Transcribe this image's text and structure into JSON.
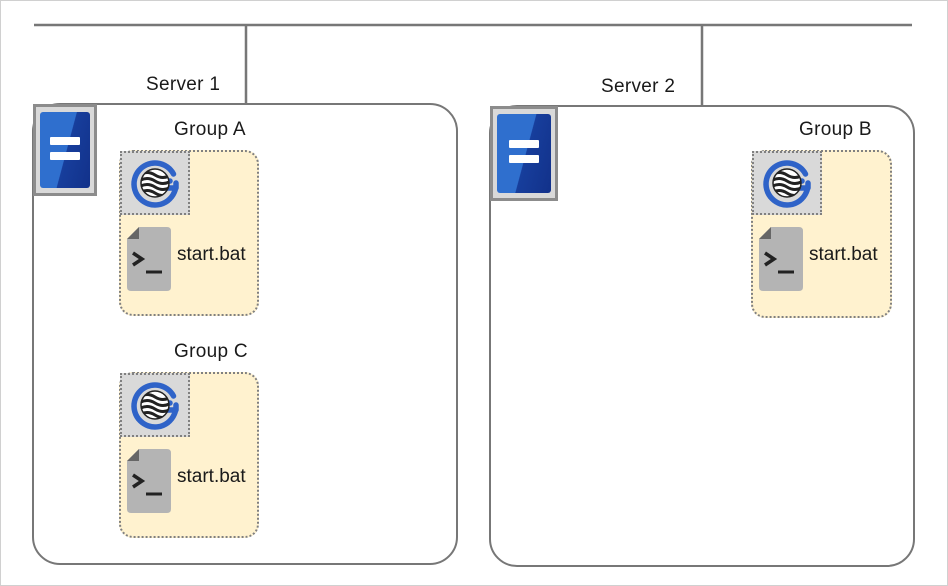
{
  "servers": [
    {
      "label": "Server 1",
      "groups": [
        {
          "label": "Group A",
          "resource": {
            "icon": "globe-g-icon",
            "script": "start.bat"
          }
        },
        {
          "label": "Group C",
          "resource": {
            "icon": "globe-g-icon",
            "script": "start.bat"
          }
        }
      ]
    },
    {
      "label": "Server 2",
      "groups": [
        {
          "label": "Group B",
          "resource": {
            "icon": "globe-g-icon",
            "script": "start.bat"
          }
        }
      ]
    }
  ],
  "colors": {
    "server_icon_blue": "#2f6fce",
    "server_icon_dark": "#12318a",
    "group_fill": "#fff2cf",
    "border_gray": "#777777",
    "icon_bg_gray": "#d9d9d9"
  }
}
